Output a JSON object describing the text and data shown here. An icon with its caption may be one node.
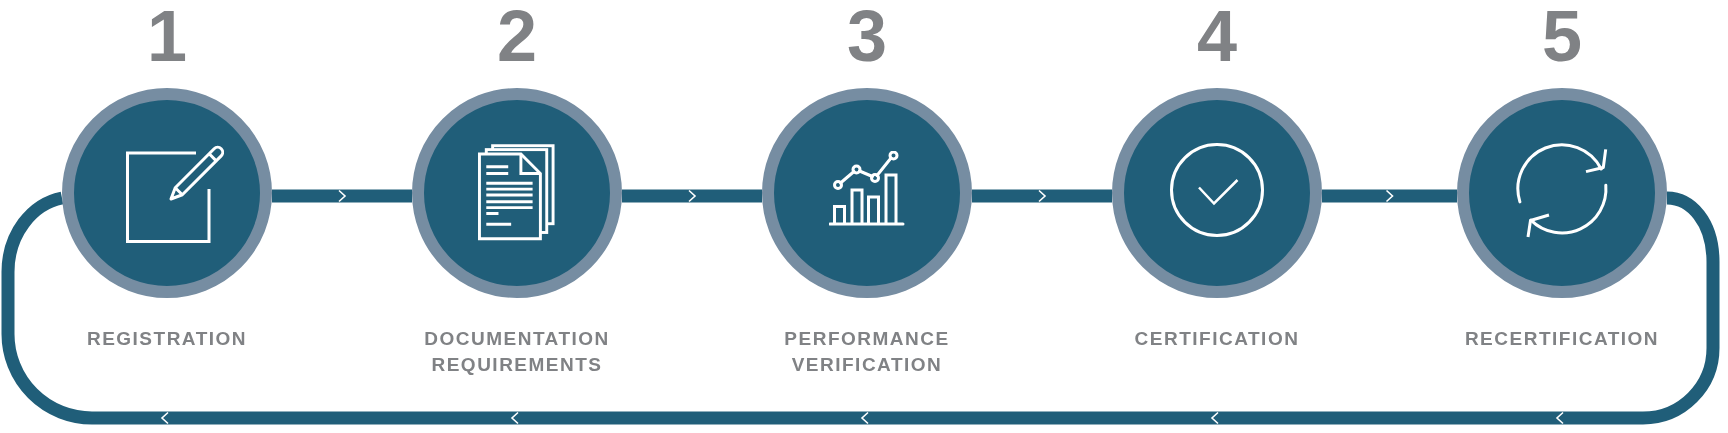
{
  "diagram": {
    "nodes": [
      {
        "text": [
          "1",
          "REGISTRATION"
        ]
      },
      {
        "text": [
          "2",
          "DOCUMENTATION REQUIREMENTS"
        ]
      },
      {
        "text": [
          "3",
          "PERFORMANCE VERIFICATION"
        ]
      },
      {
        "text": [
          "4",
          "CERTIFICATION"
        ]
      },
      {
        "text": [
          "5",
          "RECERTIFICATION"
        ]
      }
    ],
    "edges": [
      {
        "from": 0,
        "to": 1,
        "arrow": "to"
      },
      {
        "from": 1,
        "to": 2,
        "arrow": "to"
      },
      {
        "from": 2,
        "to": 3,
        "arrow": "to"
      },
      {
        "from": 3,
        "to": 4,
        "arrow": "to"
      },
      {
        "from": 4,
        "to": 0,
        "arrow": "to"
      }
    ]
  }
}
